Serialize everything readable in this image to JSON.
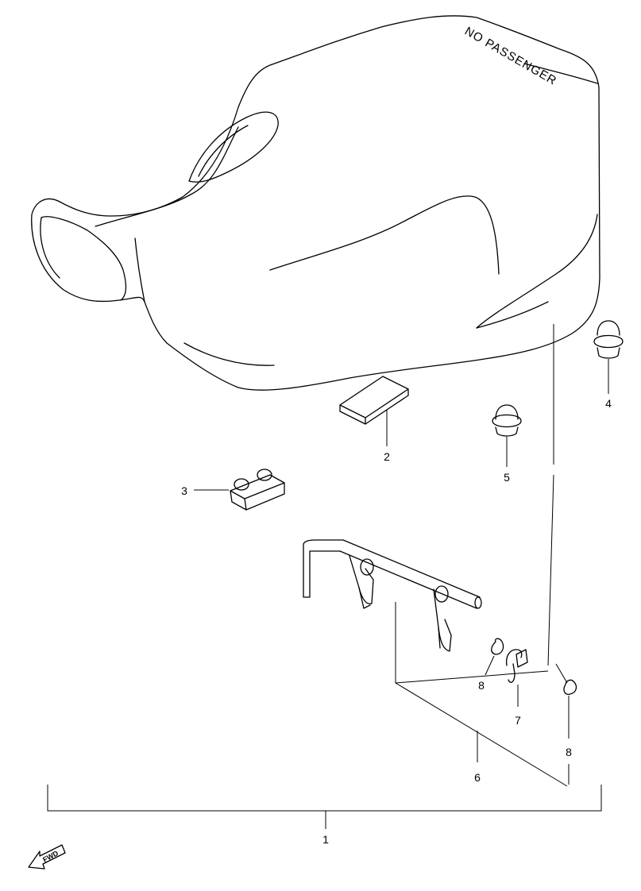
{
  "diagram": {
    "seat_label": "NO PASSENGER",
    "fwd_label": "FWD",
    "callouts": {
      "p1": "1",
      "p2": "2",
      "p3": "3",
      "p4": "4",
      "p5": "5",
      "p6": "6",
      "p7": "7",
      "p8a": "8",
      "p8b": "8"
    }
  }
}
